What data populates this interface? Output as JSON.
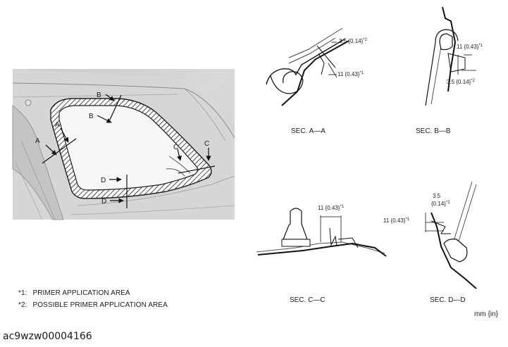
{
  "diagram": {
    "callouts": {
      "a1": "A",
      "a2": "A",
      "b1": "B",
      "b2": "B",
      "c1": "C",
      "c2": "C",
      "d1": "D",
      "d2": "D"
    },
    "sections": {
      "aa": {
        "title": "SEC. A—A",
        "dim1": "3.5 {0.14}",
        "dim1_sup": "*2",
        "dim2": "11 {0.43}",
        "dim2_sup": "*1"
      },
      "bb": {
        "title": "SEC. B—B",
        "dim1": "11 {0.43}",
        "dim1_sup": "*1",
        "dim2": "3.5 {0.14}",
        "dim2_sup": "*2"
      },
      "cc": {
        "title": "SEC. C—C",
        "dim1": "11 {0.43}",
        "dim1_sup": "*1"
      },
      "dd": {
        "title": "SEC. D—D",
        "dim1_line1": "3.5",
        "dim1_line2": "{0.14}",
        "dim1_sup": "*2",
        "dim2": "11 {0.43}",
        "dim2_sup": "*1"
      }
    },
    "notes": {
      "note1_mark": "*1:",
      "note1_text": "PRIMER APPLICATION AREA",
      "note2_mark": "*2:",
      "note2_text": "POSSIBLE PRIMER APPLICATION AREA"
    },
    "unit": "mm {in}",
    "code": "ac9wzw00004166"
  }
}
